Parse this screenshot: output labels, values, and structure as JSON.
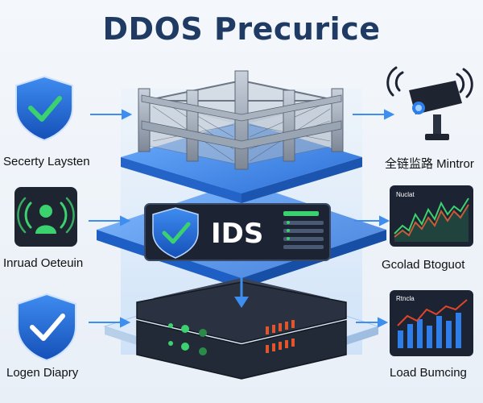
{
  "title": "DDOS Precurice",
  "left_labels": [
    "Secerty Laysten",
    "Inruad Oeteuin",
    "Logen Diapry"
  ],
  "right_labels": [
    "全链监路 Mintror",
    "Gcolad Btoguot",
    "Load Bumcing"
  ],
  "ids_label": "IDS",
  "chart_labels": [
    "Nuclat",
    "Rtncla"
  ],
  "colors": {
    "title": "#1f3a63",
    "shield_blue": "#1f6fd6",
    "check_green": "#3bd16f",
    "layer_blue": "#2c7be5",
    "panel_dark": "#1c2433"
  }
}
